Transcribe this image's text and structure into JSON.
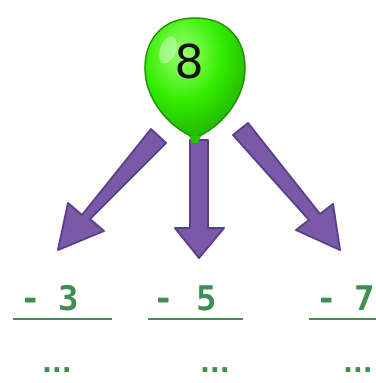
{
  "balloon": {
    "value": "8",
    "color": "#33ee00"
  },
  "branches": [
    {
      "minus": "-",
      "number": "3",
      "answer": "..."
    },
    {
      "minus": "-",
      "number": "5",
      "answer": "..."
    },
    {
      "minus": "-",
      "number": "7",
      "answer": "..."
    }
  ],
  "colors": {
    "arrow": "#7a5aa8",
    "arrow_stroke": "#5a3f88",
    "text": "#3f8f52",
    "underline": "#3f8f52"
  }
}
